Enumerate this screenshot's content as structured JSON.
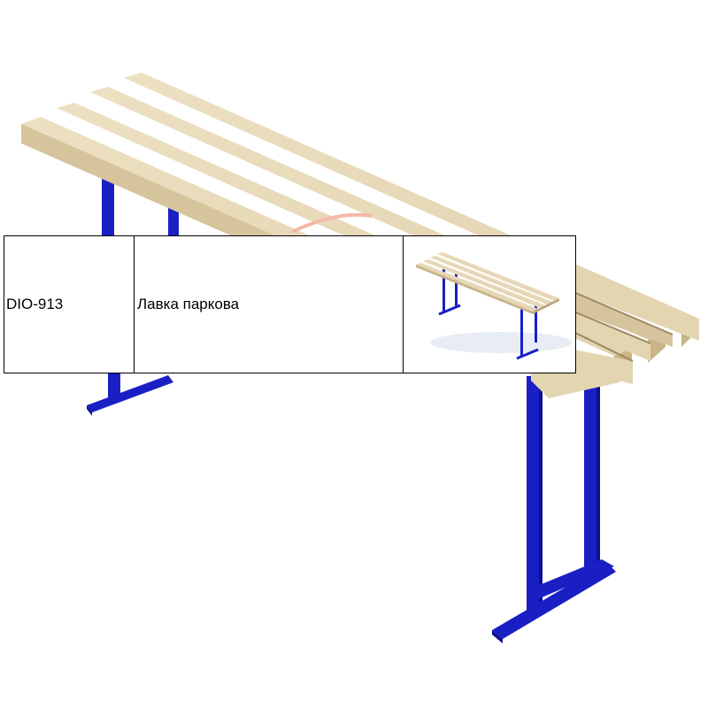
{
  "product": {
    "code": "DIO-913",
    "name": "Лавка паркова"
  },
  "illustration": {
    "subject": "park-bench",
    "colors": {
      "wood_light": "#efe2c4",
      "wood_mid": "#dcc79f",
      "wood_dark": "#b9a37a",
      "frame": "#1a1fc4",
      "frame_dark": "#0d1090"
    }
  }
}
